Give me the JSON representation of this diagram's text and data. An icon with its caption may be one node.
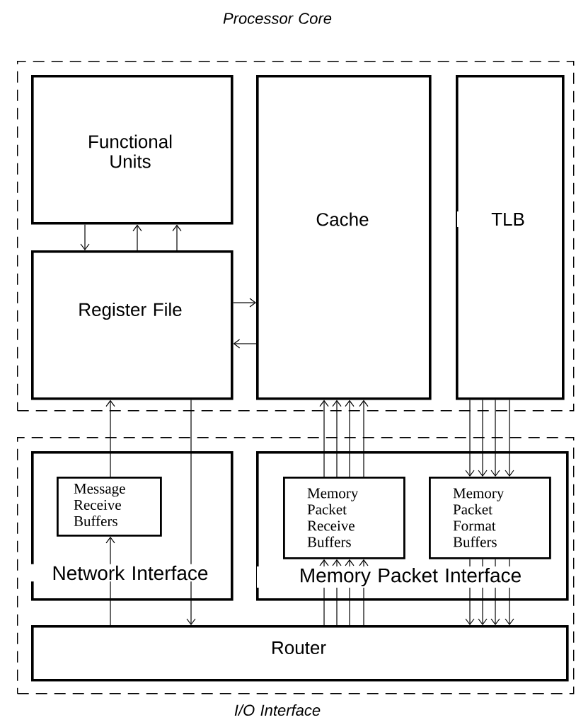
{
  "diagram": {
    "nodes": [
      {
        "text": [
          "Processor Core"
        ]
      },
      {
        "text": [
          "Functional Units"
        ],
        "in": 0
      },
      {
        "text": [
          "Register File"
        ],
        "in": 0
      },
      {
        "text": [
          "Cache"
        ],
        "in": 0
      },
      {
        "text": [
          "TLB"
        ],
        "in": 0
      },
      {
        "text": [
          "I/O Interface"
        ]
      },
      {
        "text": [
          "Network Interface"
        ],
        "in": 5
      },
      {
        "text": [
          "Message Receive Buffers"
        ],
        "in": 6
      },
      {
        "text": [
          "Memory Packet Interface"
        ],
        "in": 5
      },
      {
        "text": [
          "Memory Packet Receive Buffers"
        ],
        "in": 8
      },
      {
        "text": [
          "Memory Packet Format Buffers"
        ],
        "in": 8
      },
      {
        "text": [
          "Router"
        ],
        "in": 5
      }
    ],
    "edges": [
      {
        "from": 1,
        "to": 2,
        "arrow": "to"
      },
      {
        "from": 2,
        "to": 1,
        "arrow": "to"
      },
      {
        "from": 2,
        "to": 1,
        "arrow": "to"
      },
      {
        "from": 2,
        "to": 3,
        "arrow": "to"
      },
      {
        "from": 3,
        "to": 2,
        "arrow": "to"
      },
      {
        "from": 7,
        "to": 2,
        "arrow": "to"
      },
      {
        "from": 11,
        "to": 7,
        "arrow": "to"
      },
      {
        "from": 2,
        "to": 11,
        "arrow": "to"
      },
      {
        "from": 9,
        "to": 3,
        "arrow": "to"
      },
      {
        "from": 9,
        "to": 3,
        "arrow": "to"
      },
      {
        "from": 9,
        "to": 3,
        "arrow": "to"
      },
      {
        "from": 9,
        "to": 3,
        "arrow": "to"
      },
      {
        "from": 11,
        "to": 9,
        "arrow": "to"
      },
      {
        "from": 11,
        "to": 9,
        "arrow": "to"
      },
      {
        "from": 11,
        "to": 9,
        "arrow": "to"
      },
      {
        "from": 11,
        "to": 9,
        "arrow": "to"
      },
      {
        "from": 4,
        "to": 10,
        "arrow": "to"
      },
      {
        "from": 4,
        "to": 10,
        "arrow": "to"
      },
      {
        "from": 4,
        "to": 10,
        "arrow": "to"
      },
      {
        "from": 4,
        "to": 10,
        "arrow": "to"
      },
      {
        "from": 10,
        "to": 11,
        "arrow": "to"
      },
      {
        "from": 10,
        "to": 11,
        "arrow": "to"
      },
      {
        "from": 10,
        "to": 11,
        "arrow": "to"
      },
      {
        "from": 10,
        "to": 11,
        "arrow": "to"
      }
    ]
  }
}
